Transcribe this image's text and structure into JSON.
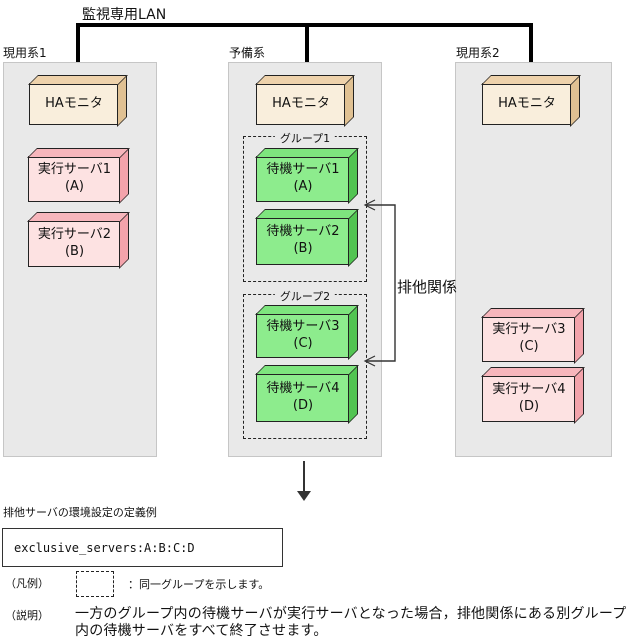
{
  "lan": {
    "label": "監視専用LAN"
  },
  "systems": {
    "active1": {
      "label": "現用系1",
      "ha": "HAモニタ",
      "server1": {
        "name": "実行サーバ1",
        "id": "(A)"
      },
      "server2": {
        "name": "実行サーバ2",
        "id": "(B)"
      }
    },
    "standby": {
      "label": "予備系",
      "ha": "HAモニタ",
      "group1": {
        "label": "グループ1",
        "server1": {
          "name": "待機サーバ1",
          "id": "(A)"
        },
        "server2": {
          "name": "待機サーバ2",
          "id": "(B)"
        }
      },
      "group2": {
        "label": "グループ2",
        "server1": {
          "name": "待機サーバ3",
          "id": "(C)"
        },
        "server2": {
          "name": "待機サーバ4",
          "id": "(D)"
        }
      }
    },
    "active2": {
      "label": "現用系2",
      "ha": "HAモニタ",
      "server1": {
        "name": "実行サーバ3",
        "id": "(C)"
      },
      "server2": {
        "name": "実行サーバ4",
        "id": "(D)"
      }
    }
  },
  "exclusion": {
    "label": "排他関係"
  },
  "definition": {
    "heading": "排他サーバの環境設定の定義例",
    "code": "exclusive_servers:A:B:C:D"
  },
  "legend": {
    "title": "（凡例）",
    "desc": "：同一グループを示します。"
  },
  "note": {
    "title": "（説明）",
    "line1": "一方のグループ内の待機サーバが実行サーバとなった場合，排他関係にある別グループ",
    "line2": "内の待機サーバをすべて終了させます。"
  },
  "colors": {
    "panel_gray": "#e9e9e9",
    "ha_box_front": "#f9eedc",
    "ha_box_top": "#eed2ab",
    "ha_box_side": "#e0c193",
    "exec_box_front": "#fde2e2",
    "exec_box_top": "#f7b6bc",
    "exec_box_side": "#f3a3ab",
    "standby_box_front": "#8dec8d",
    "standby_box_top": "#7ee57e",
    "standby_box_side": "#52c452",
    "line_black": "#000000"
  }
}
